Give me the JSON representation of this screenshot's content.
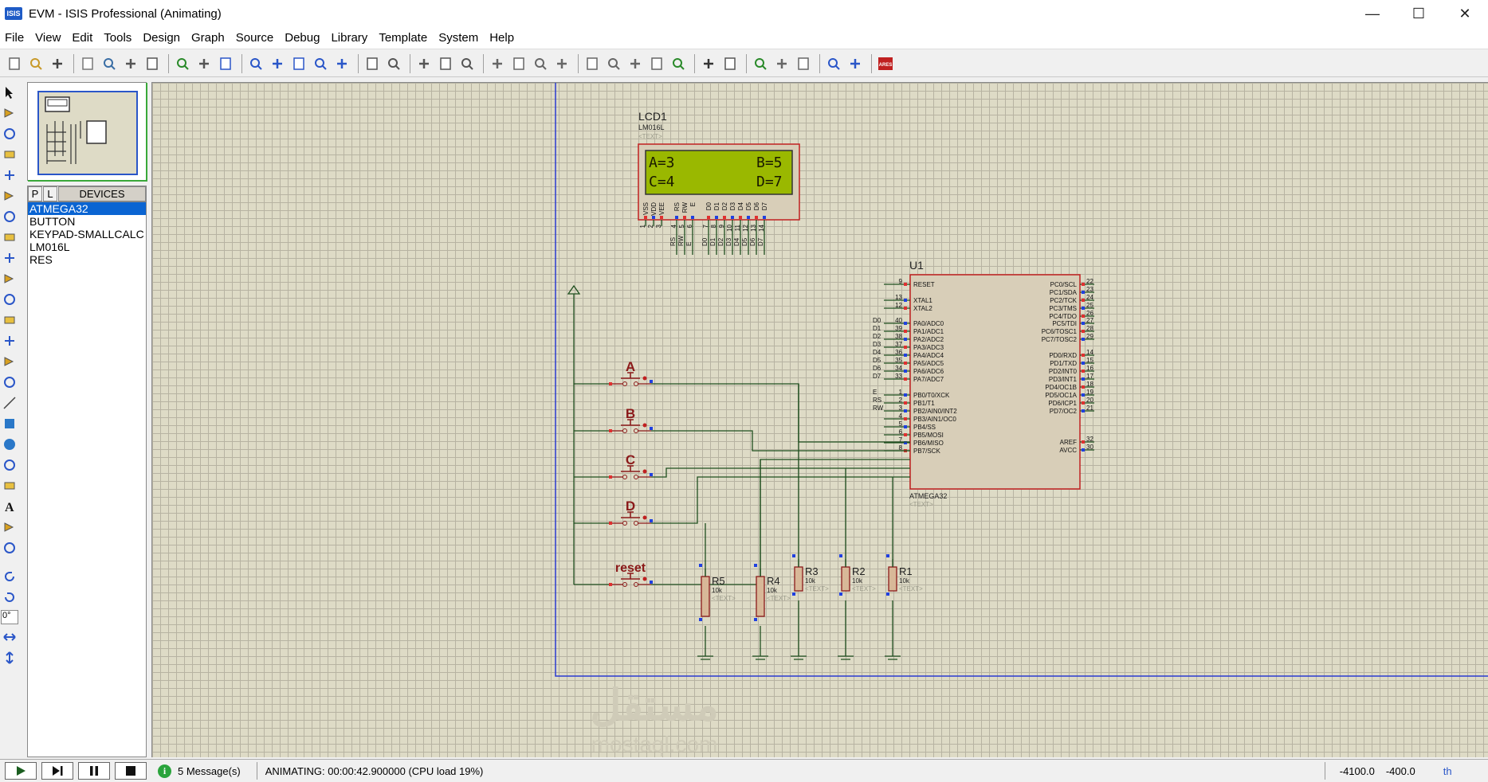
{
  "window": {
    "icon_text": "ISIS",
    "title": "EVM - ISIS Professional (Animating)",
    "minimize": "—",
    "maximize": "☐",
    "close": "✕"
  },
  "menu": [
    "File",
    "View",
    "Edit",
    "Tools",
    "Design",
    "Graph",
    "Source",
    "Debug",
    "Library",
    "Template",
    "System",
    "Help"
  ],
  "toolbar_icons": [
    "new-file-icon",
    "open-folder-icon",
    "save-icon",
    "import-icon",
    "export-icon",
    "print-icon",
    "print-setup-icon",
    "refresh-icon",
    "grid-icon",
    "origin-icon",
    "pan-icon",
    "zoom-in-icon",
    "zoom-out-icon",
    "zoom-all-icon",
    "zoom-area-icon",
    "undo-icon",
    "redo-icon",
    "cut-icon",
    "copy-icon",
    "paste-icon",
    "block-copy-icon",
    "block-move-icon",
    "block-rotate-icon",
    "block-delete-icon",
    "pick-device-icon",
    "make-device-icon",
    "packaging-icon",
    "decompose-icon",
    "wire-autorouter-icon",
    "search-icon",
    "property-tool-icon",
    "new-sheet-icon",
    "remove-sheet-icon",
    "exit-to-parent-icon",
    "bill-of-materials-icon",
    "electrical-check-icon",
    "netlist-to-ares-icon"
  ],
  "ares_label": "ARES",
  "mode_icons": [
    "selection-icon",
    "component-icon",
    "junction-icon",
    "wire-label-icon",
    "text-script-icon",
    "buses-icon",
    "subcircuit-icon",
    "terminals-icon",
    "device-pins-icon",
    "graph-icon",
    "tape-recorder-icon",
    "generator-icon",
    "voltage-probe-icon",
    "current-probe-icon",
    "virtual-instruments-icon",
    "line-icon",
    "box-icon",
    "circle-icon",
    "arc-icon",
    "path-icon",
    "text-icon",
    "symbol-icon",
    "marker-icon"
  ],
  "rotate_icons": [
    "rotate-cw-icon",
    "rotate-ccw-icon"
  ],
  "angle_value": "0°",
  "mirror_icons": [
    "flip-horizontal-icon",
    "flip-vertical-icon"
  ],
  "device_panel": {
    "tab_p": "P",
    "tab_l": "L",
    "header": "DEVICES",
    "items": [
      "ATMEGA32",
      "BUTTON",
      "KEYPAD-SMALLCALC",
      "LM016L",
      "RES"
    ],
    "selected": "ATMEGA32"
  },
  "schematic": {
    "lcd": {
      "ref": "LCD1",
      "part": "LM016L",
      "text": "<TEXT>",
      "line1_left": "A=3",
      "line1_right": "B=5",
      "line2_left": "C=4",
      "line2_right": "D=7",
      "pin_names": [
        "VSS",
        "VDD",
        "VEE",
        "RS",
        "RW",
        "E",
        "D0",
        "D1",
        "D2",
        "D3",
        "D4",
        "D5",
        "D6",
        "D7"
      ],
      "pin_numbers": [
        "1",
        "2",
        "3",
        "4",
        "5",
        "6",
        "7",
        "8",
        "9",
        "10",
        "11",
        "12",
        "13",
        "14"
      ],
      "net_labels": [
        "RS",
        "RW",
        "E",
        "D0",
        "D1",
        "D2",
        "D3",
        "D4",
        "D5",
        "D6",
        "D7"
      ]
    },
    "mcu": {
      "ref": "U1",
      "part": "ATMEGA32",
      "text": "<TEXT>",
      "left_pins": [
        {
          "num": "9",
          "name": "RESET",
          "net": ""
        },
        {
          "num": "13",
          "name": "XTAL1",
          "net": ""
        },
        {
          "num": "12",
          "name": "XTAL2",
          "net": ""
        },
        {
          "num": "40",
          "name": "PA0/ADC0",
          "net": "D0"
        },
        {
          "num": "39",
          "name": "PA1/ADC1",
          "net": "D1"
        },
        {
          "num": "38",
          "name": "PA2/ADC2",
          "net": "D2"
        },
        {
          "num": "37",
          "name": "PA3/ADC3",
          "net": "D3"
        },
        {
          "num": "36",
          "name": "PA4/ADC4",
          "net": "D4"
        },
        {
          "num": "35",
          "name": "PA5/ADC5",
          "net": "D5"
        },
        {
          "num": "34",
          "name": "PA6/ADC6",
          "net": "D6"
        },
        {
          "num": "33",
          "name": "PA7/ADC7",
          "net": "D7"
        },
        {
          "num": "1",
          "name": "PB0/T0/XCK",
          "net": "E"
        },
        {
          "num": "2",
          "name": "PB1/T1",
          "net": "RS"
        },
        {
          "num": "3",
          "name": "PB2/AIN0/INT2",
          "net": "RW"
        },
        {
          "num": "4",
          "name": "PB3/AIN1/OC0",
          "net": ""
        },
        {
          "num": "5",
          "name": "PB4/SS",
          "net": ""
        },
        {
          "num": "6",
          "name": "PB5/MOSI",
          "net": ""
        },
        {
          "num": "7",
          "name": "PB6/MISO",
          "net": ""
        },
        {
          "num": "8",
          "name": "PB7/SCK",
          "net": ""
        }
      ],
      "right_pins": [
        {
          "num": "22",
          "name": "PC0/SCL"
        },
        {
          "num": "23",
          "name": "PC1/SDA"
        },
        {
          "num": "24",
          "name": "PC2/TCK"
        },
        {
          "num": "25",
          "name": "PC3/TMS"
        },
        {
          "num": "26",
          "name": "PC4/TDO"
        },
        {
          "num": "27",
          "name": "PC5/TDI"
        },
        {
          "num": "28",
          "name": "PC6/TOSC1"
        },
        {
          "num": "29",
          "name": "PC7/TOSC2"
        },
        {
          "num": "14",
          "name": "PD0/RXD"
        },
        {
          "num": "15",
          "name": "PD1/TXD"
        },
        {
          "num": "16",
          "name": "PD2/INT0"
        },
        {
          "num": "17",
          "name": "PD3/INT1"
        },
        {
          "num": "18",
          "name": "PD4/OC1B"
        },
        {
          "num": "19",
          "name": "PD5/OC1A"
        },
        {
          "num": "20",
          "name": "PD6/ICP1"
        },
        {
          "num": "21",
          "name": "PD7/OC2"
        },
        {
          "num": "32",
          "name": "AREF"
        },
        {
          "num": "30",
          "name": "AVCC"
        }
      ]
    },
    "buttons": [
      "A",
      "B",
      "C",
      "D",
      "reset"
    ],
    "resistors": [
      {
        "ref": "R1",
        "value": "10k",
        "text": "<TEXT>"
      },
      {
        "ref": "R2",
        "value": "10k",
        "text": "<TEXT>"
      },
      {
        "ref": "R3",
        "value": "10k",
        "text": "<TEXT>"
      },
      {
        "ref": "R4",
        "value": "10k",
        "text": "<TEXT>"
      },
      {
        "ref": "R5",
        "value": "10k",
        "text": "<TEXT>"
      }
    ],
    "watermark": "مستقل",
    "watermark_sub": "mostaql.com"
  },
  "status": {
    "play_icons": [
      "play-icon",
      "step-icon",
      "pause-icon",
      "stop-icon"
    ],
    "messages": "5 Message(s)",
    "animating": "ANIMATING: 00:00:42.900000 (CPU load 19%)",
    "coord_x": "-4100.0",
    "coord_y": "-400.0",
    "units": "th"
  },
  "colors": {
    "canvas_bg": "#dedbc6",
    "grid": "#b7b3a2",
    "wire": "#1f4f1f",
    "component": "#8b1a1a",
    "pin_red": "#e03030",
    "pin_blue": "#2040e0",
    "sheet_border": "#2a3ad0",
    "lcd_green": "#9ab800",
    "selected": "#0a64d2"
  }
}
